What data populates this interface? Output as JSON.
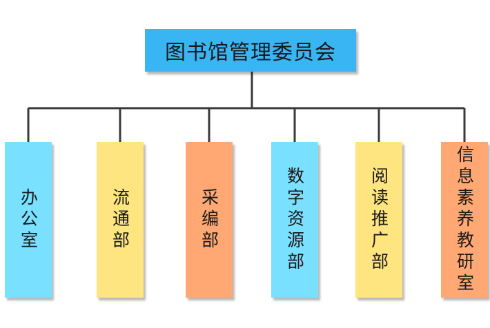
{
  "diagram": {
    "root": {
      "label": "图书馆管理委员会",
      "color": "#39b5f4"
    },
    "children": [
      {
        "label": "办公室",
        "color": "#79e1ff"
      },
      {
        "label": "流通部",
        "color": "#ffe57f"
      },
      {
        "label": "采编部",
        "color": "#ffa873"
      },
      {
        "label": "数字资源部",
        "color": "#79e1ff"
      },
      {
        "label": "阅读推广部",
        "color": "#ffe57f"
      },
      {
        "label": "信息素养教研室",
        "color": "#ffa873"
      }
    ],
    "connector_color": "#3a3a3a"
  }
}
